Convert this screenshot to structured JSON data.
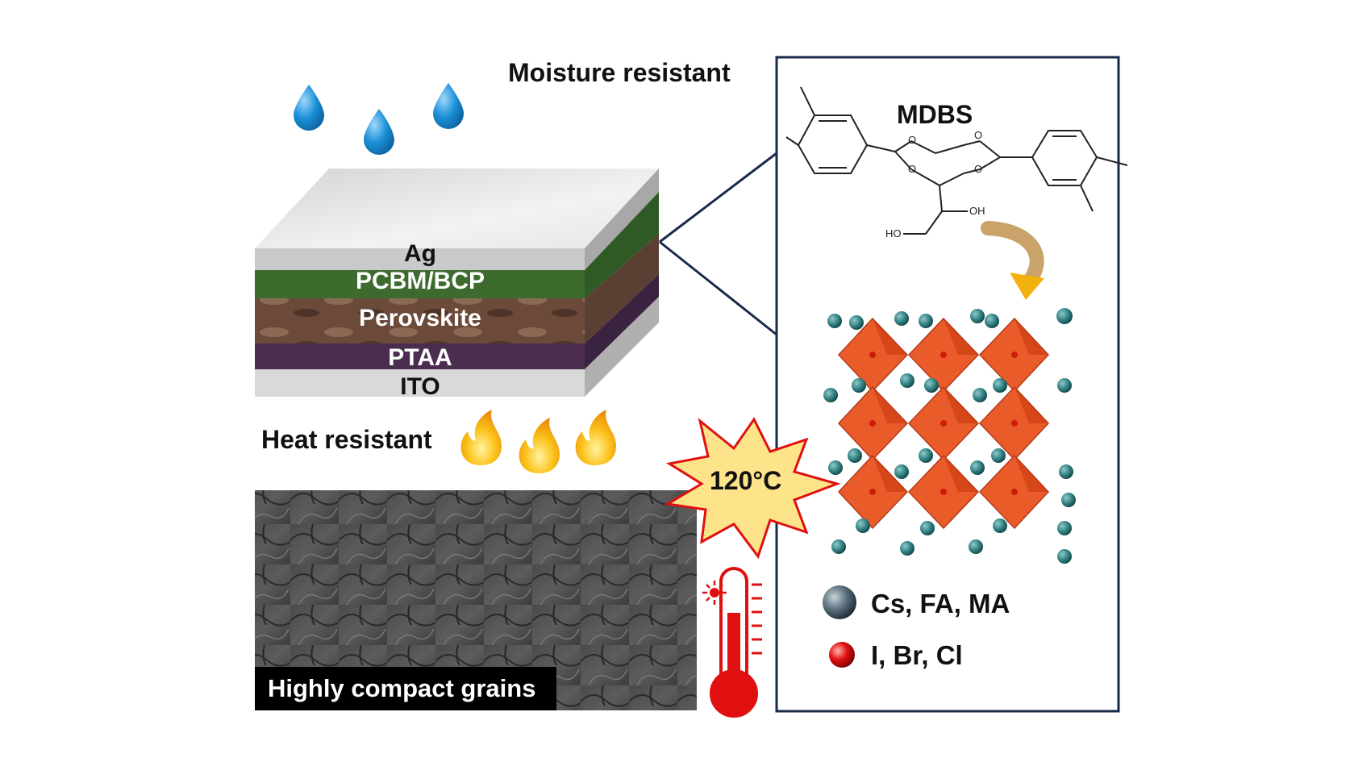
{
  "labels": {
    "moisture": "Moisture resistant",
    "heat": "Heat resistant",
    "temperature": "120°C",
    "molecule": "MDBS",
    "sem_caption": "Highly compact grains"
  },
  "layers": {
    "ag": "Ag",
    "pcbm": "PCBM/BCP",
    "perovskite": "Perovskite",
    "ptaa": "PTAA",
    "ito": "ITO"
  },
  "molecule_groups": {
    "oh1": "OH",
    "oh2": "HO",
    "o": "O"
  },
  "legend": [
    {
      "label": "Cs, FA, MA",
      "color": "#3f5b66"
    },
    {
      "label": "I, Br, Cl",
      "color": "#e01010"
    }
  ],
  "colors": {
    "water": "#1a8fd6",
    "flame": "#f6a80d",
    "octahedra": "#e8541e",
    "atom_teal": "#2f7f80",
    "ag": "#c9c9c9",
    "pcbm": "#3d6b2e",
    "perovskite": "#6b4a3a",
    "ptaa": "#4b2e4f",
    "ito": "#d9d9d9",
    "box_border": "#1a2a4a",
    "starburst": "#fde38a",
    "thermometer": "#e0101a"
  }
}
